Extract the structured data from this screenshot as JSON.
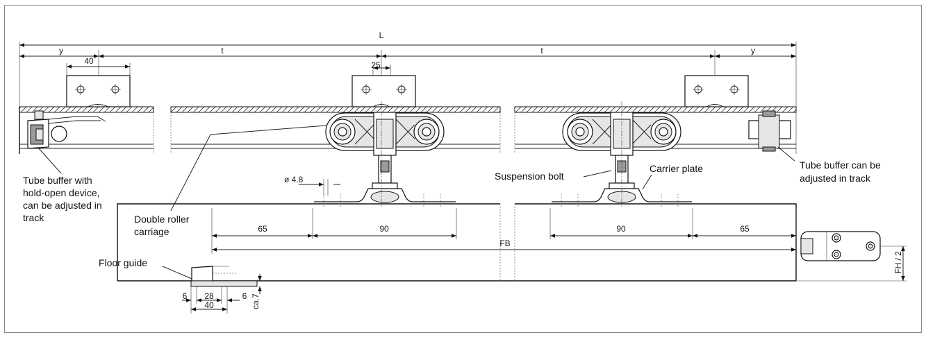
{
  "dimensions": {
    "L": "L",
    "y_left": "y",
    "t_left": "t",
    "t_right": "t",
    "y_right": "y",
    "w40_bracket": "40",
    "w25_bracket": "25",
    "dia": "ø 4.8",
    "d65_left": "65",
    "d90_left": "90",
    "d90_right": "90",
    "d65_right": "65",
    "FB": "FB",
    "FH2": "FH / 2",
    "g6_left": "6",
    "g28": "28",
    "g6_right": "6",
    "g40": "40",
    "ca7": "ca.7"
  },
  "callouts": {
    "tube_buffer_hold": [
      "Tube buffer with",
      "hold-open device,",
      "can be adjusted in",
      "track"
    ],
    "double_roller": [
      "Double roller",
      "carriage"
    ],
    "suspension_bolt": "Suspension bolt",
    "carrier_plate": "Carrier plate",
    "tube_buffer_adjust": [
      "Tube buffer can be",
      "adjusted in track"
    ],
    "floor_guide": "Floor guide"
  }
}
